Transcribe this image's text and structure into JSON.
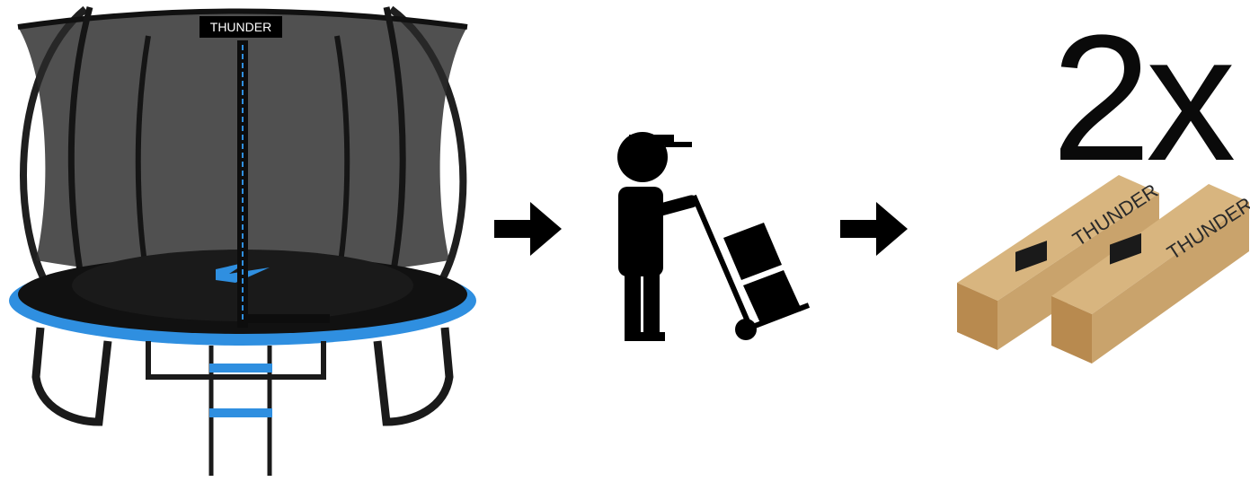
{
  "brand": {
    "logo_text": "THUNDER"
  },
  "boxes": {
    "logo_text": "THUNDER",
    "count": 2
  },
  "quantity": {
    "label": "2x"
  },
  "icons": {
    "trampoline": "trampoline-illustration",
    "arrow": "arrow-right-icon",
    "courier": "courier-with-cart-icon",
    "box": "shipping-box"
  },
  "colors": {
    "accent_blue": "#2f8fe0",
    "frame": "#1c1c1c",
    "box_cardboard": "#c9a36c",
    "box_dark": "#a87f48"
  }
}
